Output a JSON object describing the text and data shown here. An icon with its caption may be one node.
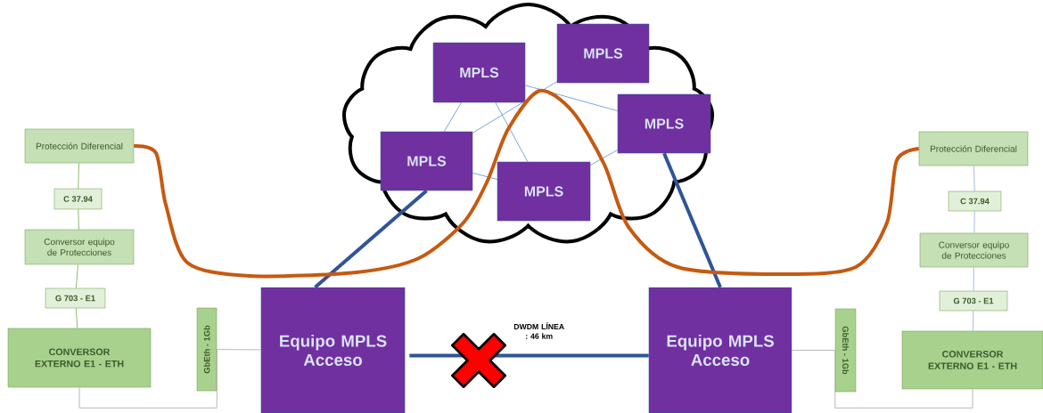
{
  "diagram": {
    "nodes": [
      {
        "text": [],
        "shape": "cloud"
      },
      {
        "text": [
          "MPLS"
        ],
        "in": 0
      },
      {
        "text": [
          "MPLS"
        ],
        "in": 0
      },
      {
        "text": [
          "MPLS"
        ],
        "in": 0
      },
      {
        "text": [
          "MPLS"
        ],
        "in": 0
      },
      {
        "text": [
          "MPLS"
        ],
        "in": 0
      },
      {
        "text": [
          "Protección Diferencial"
        ]
      },
      {
        "text": [
          "C 37.94"
        ]
      },
      {
        "text": [
          "Conversor equipo de Protecciones"
        ]
      },
      {
        "text": [
          "G 703 -  E1"
        ]
      },
      {
        "text": [
          "CONVERSOR EXTERNO E1 - ETH"
        ]
      },
      {
        "text": [
          "GbEth - 1Gb"
        ]
      },
      {
        "text": [
          "Equipo MPLS Acceso"
        ]
      },
      {
        "text": [
          "Equipo MPLS Acceso"
        ]
      },
      {
        "text": [
          "GbEth - 1Gb"
        ]
      },
      {
        "text": [
          "CONVERSOR EXTERNO E1 - ETH"
        ]
      },
      {
        "text": [
          "G 703 -  E1"
        ]
      },
      {
        "text": [
          "Conversor equipo de Protecciones"
        ]
      },
      {
        "text": [
          "C 37.94"
        ]
      },
      {
        "text": [
          "Protección Diferencial"
        ]
      }
    ],
    "edges": [
      {
        "from": 1,
        "to": 3,
        "arrow": "none"
      },
      {
        "from": 1,
        "to": 5,
        "arrow": "none"
      },
      {
        "from": 1,
        "to": 4,
        "arrow": "none"
      },
      {
        "from": 2,
        "to": 3,
        "arrow": "none"
      },
      {
        "from": 3,
        "to": 5,
        "arrow": "none"
      },
      {
        "from": 4,
        "to": 5,
        "arrow": "none"
      },
      {
        "from": 3,
        "to": 12,
        "arrow": "none",
        "style": "thick",
        "color": "#2f5597"
      },
      {
        "from": 4,
        "to": 13,
        "arrow": "none",
        "style": "thick",
        "color": "#2f5597"
      },
      {
        "from": 12,
        "to": 13,
        "arrow": "none",
        "style": "thick",
        "color": "#2f5597",
        "label": "DWDM LÍNEA : 46 km"
      },
      {
        "from": 6,
        "to": 7,
        "arrow": "none",
        "color": "#70ad47"
      },
      {
        "from": 7,
        "to": 8,
        "arrow": "none",
        "color": "#70ad47"
      },
      {
        "from": 8,
        "to": 9,
        "arrow": "none",
        "color": "#70ad47"
      },
      {
        "from": 9,
        "to": 10,
        "arrow": "none",
        "color": "#70ad47"
      },
      {
        "from": 19,
        "to": 18,
        "arrow": "none",
        "color": "#8faadc"
      },
      {
        "from": 18,
        "to": 17,
        "arrow": "none",
        "color": "#8faadc"
      },
      {
        "from": 17,
        "to": 16,
        "arrow": "none",
        "color": "#8faadc"
      },
      {
        "from": 16,
        "to": 15,
        "arrow": "none",
        "color": "#8faadc"
      },
      {
        "from": 11,
        "to": 12,
        "arrow": "none",
        "color": "#a6a6a6"
      },
      {
        "from": 10,
        "to": 11,
        "arrow": "none",
        "color": "#a6a6a6"
      },
      {
        "from": 13,
        "to": 14,
        "arrow": "none",
        "color": "#a6a6a6"
      },
      {
        "from": 14,
        "to": 15,
        "arrow": "none",
        "color": "#a6a6a6"
      },
      {
        "from": 6,
        "to": 19,
        "arrow": "none",
        "style": "thick",
        "color": "#c55a11"
      }
    ]
  }
}
